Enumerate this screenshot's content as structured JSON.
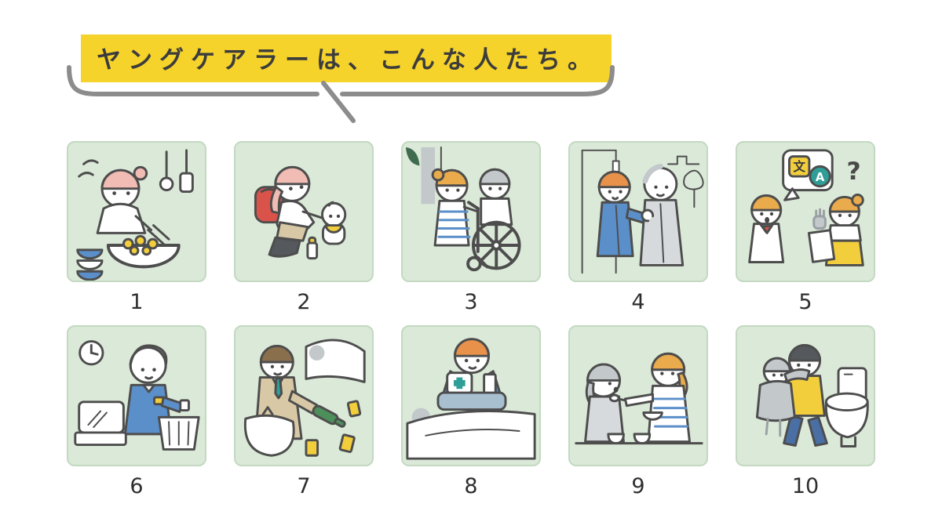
{
  "title": {
    "text": "ヤングケアラーは、こんな人たち。",
    "highlight_color": "#f6d32b"
  },
  "colors": {
    "background": "#ffffff",
    "tile_background": "#dbe9d8",
    "tile_border": "#c3d9c1",
    "outline": "#4d4d4d",
    "bracket_gray": "#8c8c8c",
    "accent_yellow": "#f2ce3c",
    "accent_blue": "#5b8fc9",
    "accent_red": "#d9534a",
    "accent_teal": "#2f9e96",
    "accent_pink": "#f0bcb3"
  },
  "tiles": [
    {
      "number": "1",
      "scene": "child-cooking-meal-for-family"
    },
    {
      "number": "2",
      "scene": "child-caring-for-baby-sibling"
    },
    {
      "number": "3",
      "scene": "child-pushing-family-member-in-wheelchair"
    },
    {
      "number": "4",
      "scene": "child-supporting-elderly-family-member-walking"
    },
    {
      "number": "5",
      "scene": "child-interpreting-translating-for-family",
      "bubble_kanji": "文",
      "bubble_latin": "A",
      "question_mark": "?"
    },
    {
      "number": "6",
      "scene": "child-working-at-cash-register"
    },
    {
      "number": "7",
      "scene": "child-cleaning-up-alcohol-bottles-for-family-member"
    },
    {
      "number": "8",
      "scene": "child-bringing-medicine-tray-to-sick-family-member"
    },
    {
      "number": "9",
      "scene": "child-feeding-elderly-family-member"
    },
    {
      "number": "10",
      "scene": "child-helping-family-member-use-toilet"
    }
  ]
}
